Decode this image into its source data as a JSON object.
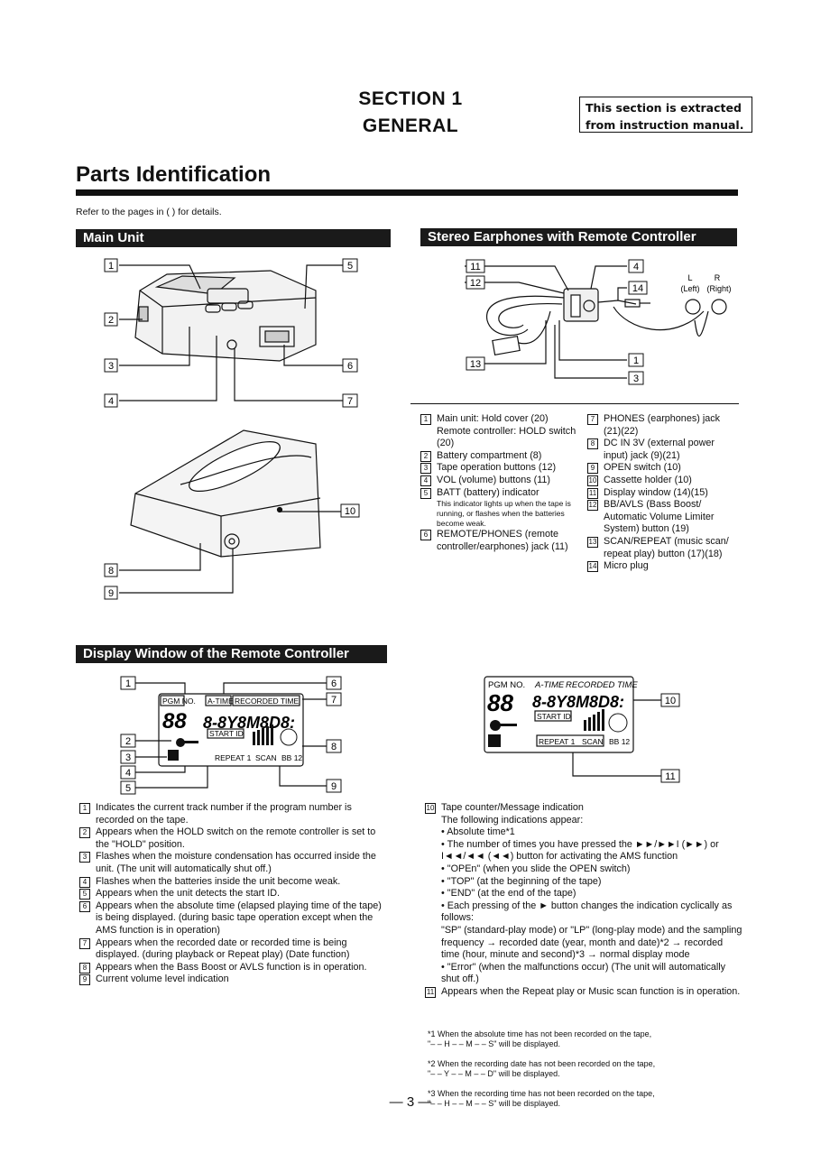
{
  "header": {
    "section_label": "SECTION 1",
    "section_title": "GENERAL",
    "note": "This section is extracted from instruction manual."
  },
  "page_title": "Parts Identification",
  "refer_text": "Refer to the pages in (   ) for details.",
  "sections": {
    "main_unit": "Main Unit",
    "earphones": "Stereo Earphones with Remote Controller",
    "display": "Display Window of the Remote Controller"
  },
  "figure_labels": {
    "left": "L",
    "right": "R",
    "left_paren": "(Left)",
    "right_paren": "(Right)"
  },
  "callouts": [
    "1",
    "2",
    "3",
    "4",
    "5",
    "6",
    "7",
    "8",
    "9",
    "10",
    "11",
    "12",
    "13",
    "14"
  ],
  "lcd": {
    "pgm_no": "PGM NO.",
    "a_time": "A-TIME",
    "recorded_time": "RECORDED TIME",
    "start_id": "START ID",
    "repeat1": "REPEAT 1",
    "scan": "SCAN",
    "bb12": "BB 12",
    "digits_left": "88",
    "digits_right": "8-8Y8M8D8:"
  },
  "parts_left": [
    {
      "n": "1",
      "text": "Main unit: Hold cover (20)\nRemote controller: HOLD switch (20)"
    },
    {
      "n": "2",
      "text": "Battery compartment (8)"
    },
    {
      "n": "3",
      "text": "Tape operation buttons (12)"
    },
    {
      "n": "4",
      "text": "VOL (volume) buttons (11)"
    },
    {
      "n": "5",
      "text": "BATT (battery) indicator",
      "sub": "This indicator lights up when the tape is running, or flashes when the batteries become weak."
    },
    {
      "n": "6",
      "text": "REMOTE/PHONES (remote controller/earphones) jack (11)"
    }
  ],
  "parts_right": [
    {
      "n": "7",
      "text": "PHONES (earphones) jack (21)(22)"
    },
    {
      "n": "8",
      "text": "DC IN 3V (external power input) jack (9)(21)"
    },
    {
      "n": "9",
      "text": "OPEN switch (10)"
    },
    {
      "n": "10",
      "text": "Cassette holder (10)"
    },
    {
      "n": "11",
      "text": "Display window (14)(15)"
    },
    {
      "n": "12",
      "text": "BB/AVLS (Bass Boost/ Automatic Volume Limiter System) button (19)"
    },
    {
      "n": "13",
      "text": "SCAN/REPEAT (music scan/ repeat play) button (17)(18)"
    },
    {
      "n": "14",
      "text": "Micro plug"
    }
  ],
  "display_left": [
    {
      "n": "1",
      "text": "Indicates the current track number if the program number is recorded on the tape."
    },
    {
      "n": "2",
      "text": "Appears when the HOLD switch on the remote controller is set to the \"HOLD\" position."
    },
    {
      "n": "3",
      "text": "Flashes when the moisture condensation has occurred inside the unit. (The unit will automatically shut off.)"
    },
    {
      "n": "4",
      "text": "Flashes when the batteries inside the unit become weak."
    },
    {
      "n": "5",
      "text": "Appears when the unit detects the start ID."
    },
    {
      "n": "6",
      "text": "Appears when the absolute time (elapsed playing time of the tape) is being displayed. (during basic tape operation except when the AMS function is in operation)"
    },
    {
      "n": "7",
      "text": "Appears when the recorded date or recorded time is being displayed. (during playback or Repeat play) (Date function)"
    },
    {
      "n": "8",
      "text": "Appears when the Bass Boost or AVLS function is in operation."
    },
    {
      "n": "9",
      "text": "Current volume level indication"
    }
  ],
  "display_right": {
    "item10_title": "Tape counter/Message indication",
    "item10_intro": "The following indications appear:",
    "bullets": [
      "Absolute time*1",
      "The number of times you have pressed the ►►/►►I (►►) or I◄◄/◄◄ (◄◄) button for activating the AMS function",
      "\"OPEn\" (when you slide the OPEN switch)",
      "\"TOP\" (at the beginning of the tape)",
      "\"END\" (at the end of the tape)",
      "Each pressing of the ► button changes the indication cyclically as follows:\n\"SP\" (standard-play mode) or \"LP\" (long-play mode) and the sampling frequency → recorded date (year, month and date)*2 → recorded time (hour, minute and second)*3 → normal display mode",
      "\"Error\" (when the malfunctions occur) (The unit will automatically shut off.)"
    ],
    "item11": "Appears when the Repeat play or Music scan function is in operation."
  },
  "footnotes": [
    "*1 When the absolute time has not been recorded on the tape,\n\"– – H – – M – – S\" will be displayed.",
    "*2 When the recording date has not been recorded on the tape,\n\"– – Y – – M – – D\" will be displayed.",
    "*3 When the recording time has not been recorded on the tape,\n\"– – H – – M – – S\" will be displayed."
  ],
  "page_number": "— 3 —"
}
